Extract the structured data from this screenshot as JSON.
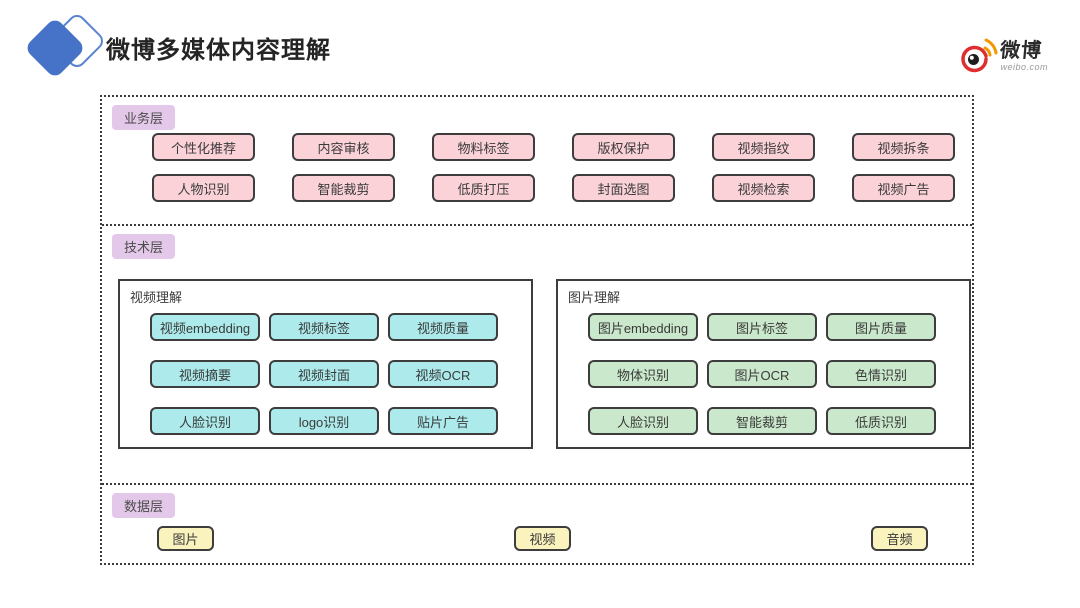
{
  "header": {
    "title": "微博多媒体内容理解",
    "brand_name": "微博",
    "brand_domain": "weibo.com"
  },
  "colors": {
    "accent_blue": "#4673C8",
    "business_box": "#FAD2D8",
    "video_box": "#ACEAEB",
    "image_box": "#CAE8CB",
    "data_box": "#FAF3BD",
    "layer_tag": "#E4C8E9",
    "weibo_red": "#DE2E2E",
    "weibo_orange": "#F39800"
  },
  "business": {
    "label": "业务层",
    "rows": [
      [
        "个性化推荐",
        "内容审核",
        "物料标签",
        "版权保护",
        "视频指纹",
        "视频拆条"
      ],
      [
        "人物识别",
        "智能裁剪",
        "低质打压",
        "封面选图",
        "视频检索",
        "视频广告"
      ]
    ]
  },
  "tech": {
    "label": "技术层",
    "groups": [
      {
        "title": "视频理解",
        "rows": [
          [
            "视频embedding",
            "视频标签",
            "视频质量"
          ],
          [
            "视频摘要",
            "视频封面",
            "视频OCR"
          ],
          [
            "人脸识别",
            "logo识别",
            "贴片广告"
          ]
        ]
      },
      {
        "title": "图片理解",
        "rows": [
          [
            "图片embedding",
            "图片标签",
            "图片质量"
          ],
          [
            "物体识别",
            "图片OCR",
            "色情识别"
          ],
          [
            "人脸识别",
            "智能裁剪",
            "低质识别"
          ]
        ]
      }
    ]
  },
  "data": {
    "label": "数据层",
    "items": [
      "图片",
      "视频",
      "音频"
    ]
  }
}
